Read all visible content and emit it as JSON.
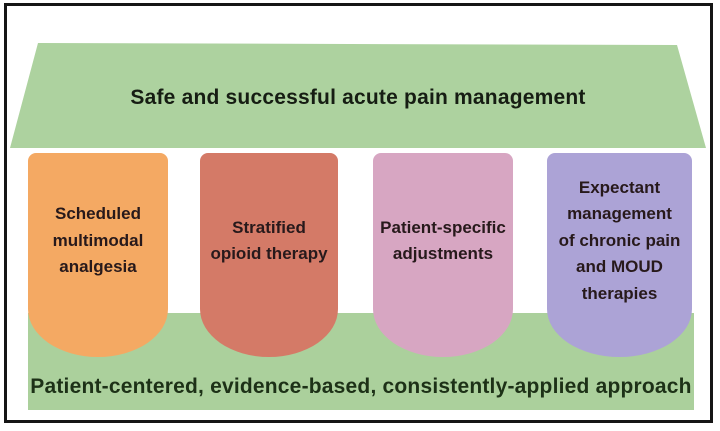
{
  "figure": {
    "roof": {
      "label": "Safe and successful acute pain management",
      "color": "#add29f",
      "text_color": "#161d13"
    },
    "pillars": [
      {
        "id": "scheduled-multimodal-analgesia",
        "label": "Scheduled\nmultimodal\nanalgesia",
        "color": "#f4a963"
      },
      {
        "id": "stratified-opioid-therapy",
        "label": "Stratified\nopioid therapy",
        "color": "#d47a67"
      },
      {
        "id": "patient-specific-adjustments",
        "label": "Patient-specific\nadjustments",
        "color": "#d7a6c2"
      },
      {
        "id": "expectant-management-moud",
        "label": "Expectant\nmanagement\nof chronic pain\nand MOUD\ntherapies",
        "color": "#aca3d6"
      }
    ],
    "base": {
      "label": "Patient-centered, evidence-based, consistently-applied approach",
      "color": "#abd09c",
      "text_color": "#1d3117"
    },
    "frame_color": "#151515"
  }
}
